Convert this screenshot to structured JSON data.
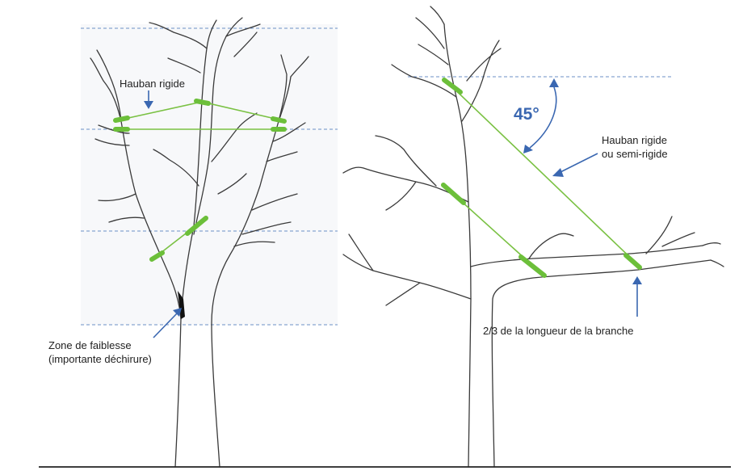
{
  "labels": {
    "left_brace": "Hauban rigide",
    "weakness_line1": "Zone de faiblesse",
    "weakness_line2": "(importante déchirure)",
    "angle": "45°",
    "right_brace_line1": "Hauban rigide",
    "right_brace_line2": "ou semi-rigide",
    "branch_fraction": "2/3 de la longueur de la branche"
  },
  "colors": {
    "brace": "#7ac143",
    "guide": "#6b8fc7",
    "arrow": "#3a67b1",
    "tree": "#3a3a3a"
  }
}
